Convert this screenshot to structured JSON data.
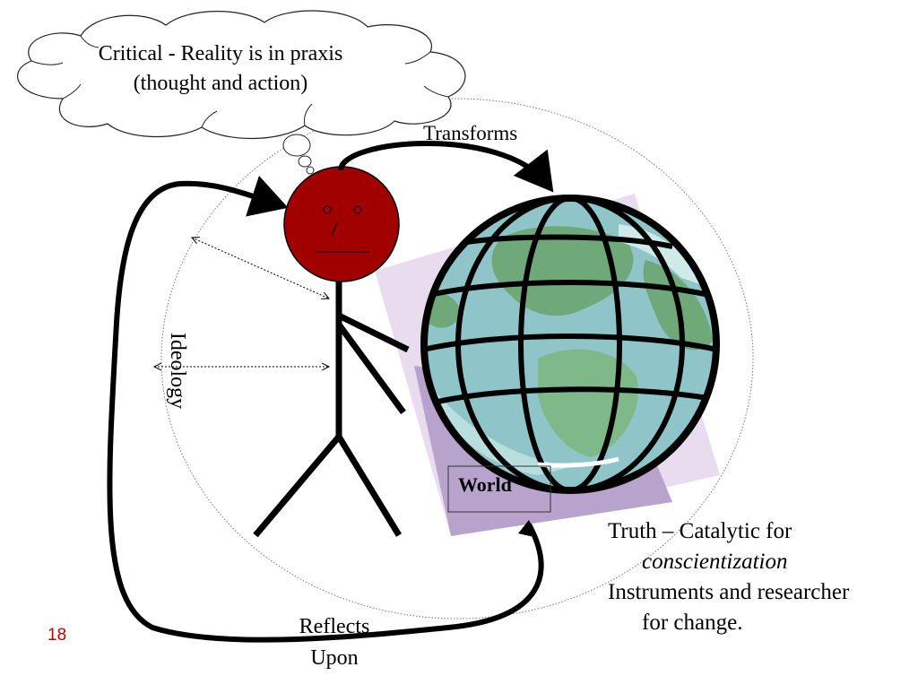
{
  "thought_cloud": {
    "line1": "Critical - Reality is in praxis",
    "line2": "(thought and action)"
  },
  "labels": {
    "transforms": "Transforms",
    "reflects_line1": "Reflects",
    "reflects_line2": "Upon",
    "ideology": "Ideology",
    "world": "World"
  },
  "note": {
    "line1": "Truth – Catalytic for",
    "line2": "conscientization",
    "line3": "Instruments and researcher",
    "line4": "for change."
  },
  "slide_number": "18",
  "colors": {
    "head_fill": "#a00000",
    "ocean": "#8fc5c8",
    "land": "#6fa97a",
    "backdrop_light": "#eadcef",
    "backdrop_dark": "#b7a3cc",
    "slide_number": "#c00000"
  }
}
